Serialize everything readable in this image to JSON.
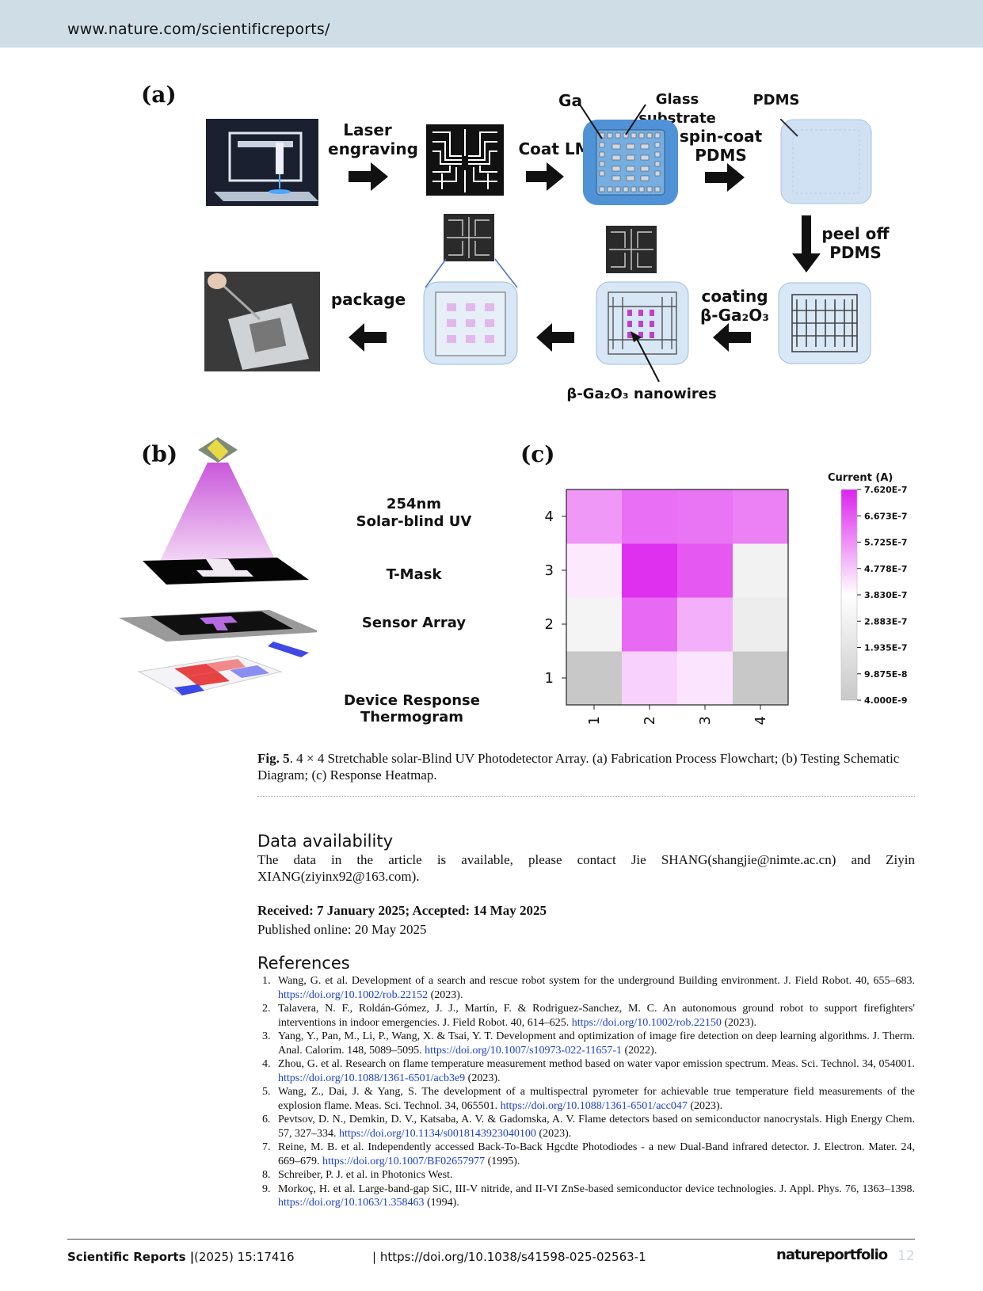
{
  "header": {
    "url": "www.nature.com/scientificreports/"
  },
  "figure": {
    "panel_a": "(a)",
    "panel_b": "(b)",
    "panel_c": "(c)",
    "flow": {
      "laser_engraving_1": "Laser",
      "laser_engraving_2": "engraving",
      "coat_lm": "Coat LM",
      "ga": "Ga",
      "glass_substrate": "Glass substrate",
      "pdms": "PDMS",
      "spin_coat_1": "spin-coat",
      "spin_coat_2": "PDMS",
      "peel_off_1": "peel off",
      "peel_off_2": "PDMS",
      "coating": "coating",
      "coating_ga2o3": "β-Ga₂O₃",
      "package": "package",
      "nanowires": "β-Ga₂O₃ nanowires"
    },
    "testing": {
      "uv_1": "254nm",
      "uv_2": "Solar-blind UV",
      "mask": "T-Mask",
      "sensor": "Sensor Array",
      "response_1": "Device Response",
      "response_2": "Thermogram"
    }
  },
  "chart_data": {
    "type": "heatmap",
    "colorbar_label": "Current (A)",
    "x_ticks": [
      "1",
      "2",
      "3",
      "4"
    ],
    "y_ticks": [
      "1",
      "2",
      "3",
      "4"
    ],
    "colorbar_ticks": [
      "7.620E-7",
      "6.673E-7",
      "5.725E-7",
      "4.778E-7",
      "3.830E-7",
      "2.883E-7",
      "1.935E-7",
      "9.875E-8",
      "4.000E-9"
    ],
    "vmin": 4e-09,
    "vmax": 7.62e-07,
    "colors": {
      "low": "#c8c8c8",
      "mid": "#ffffff",
      "high": "#dd22ee"
    },
    "rows_bottom_to_top": [
      [
        4e-09,
        4.6e-07,
        4.3e-07,
        4e-09
      ],
      [
        3.1e-07,
        6.4e-07,
        5.2e-07,
        2.6e-07
      ],
      [
        4.2e-07,
        7.4e-07,
        6.7e-07,
        2.9e-07
      ],
      [
        5.6e-07,
        6.3e-07,
        6.2e-07,
        6e-07
      ]
    ]
  },
  "caption": {
    "label": "Fig. 5",
    "text": ". 4 × 4 Stretchable solar-Blind UV Photodetector Array. (a) Fabrication Process Flowchart; (b) Testing Schematic Diagram; (c) Response Heatmap."
  },
  "data_availability": {
    "heading": "Data availability",
    "text": "The data in the article is available, please contact Jie SHANG(shangjie@nimte.ac.cn) and Ziyin XIANG(ziyinx92@163.com)."
  },
  "dates": {
    "received_accepted": "Received: 7 January 2025; Accepted: 14 May 2025",
    "published": "Published online: 20 May 2025"
  },
  "references": {
    "heading": "References",
    "items": [
      {
        "num": "1.",
        "text": "Wang, G. et al. Development of a search and rescue robot system for the underground Building environment. J. Field Robot. 40, 655–683. ",
        "doi": "https://doi.org/10.1002/rob.22152",
        "tail": " (2023)."
      },
      {
        "num": "2.",
        "text": "Talavera, N. F., Roldán-Gómez, J. J., Martín, F. & Rodriguez-Sanchez, M. C. An autonomous ground robot to support firefighters' interventions in indoor emergencies. J. Field Robot. 40, 614–625. ",
        "doi": "https://doi.org/10.1002/rob.22150",
        "tail": " (2023)."
      },
      {
        "num": "3.",
        "text": "Yang, Y., Pan, M., Li, P., Wang, X. & Tsai, Y. T. Development and optimization of image fire detection on deep learning algorithms. J. Therm. Anal. Calorim. 148, 5089–5095. ",
        "doi": "https://doi.org/10.1007/s10973-022-11657-1",
        "tail": " (2022)."
      },
      {
        "num": "4.",
        "text": "Zhou, G. et al. Research on flame temperature measurement method based on water vapor emission spectrum. Meas. Sci. Technol. 34, 054001. ",
        "doi": "https://doi.org/10.1088/1361-6501/acb3e9",
        "tail": " (2023)."
      },
      {
        "num": "5.",
        "text": "Wang, Z., Dai, J. & Yang, S. The development of a multispectral pyrometer for achievable true temperature field measurements of the explosion flame. Meas. Sci. Technol. 34, 065501. ",
        "doi": "https://doi.org/10.1088/1361-6501/acc047",
        "tail": " (2023)."
      },
      {
        "num": "6.",
        "text": "Pevtsov, D. N., Demkin, D. V., Katsaba, A. V. & Gadomska, A. V. Flame detectors based on semiconductor nanocrystals. High Energy Chem. 57, 327–334. ",
        "doi": "https://doi.org/10.1134/s0018143923040100",
        "tail": " (2023)."
      },
      {
        "num": "7.",
        "text": "Reine, M. B. et al. Independently accessed Back-To-Back Hgcdte Photodiodes - a new Dual-Band infrared detector. J. Electron. Mater. 24, 669–679. ",
        "doi": "https://doi.org/10.1007/BF02657977",
        "tail": " (1995)."
      },
      {
        "num": "8.",
        "text": "Schreiber, P. J. et al. in Photonics West.",
        "doi": "",
        "tail": ""
      },
      {
        "num": "9.",
        "text": "Morkoç, H. et al. Large-band-gap SiC, III-V nitride, and II-VI ZnSe-based semiconductor device technologies. J. Appl. Phys. 76, 1363–1398. ",
        "doi": "https://doi.org/10.1063/1.358463",
        "tail": " (1994)."
      }
    ]
  },
  "footer": {
    "journal": "Scientific Reports |",
    "volume": "(2025) 15:17416",
    "doi": "| https://doi.org/10.1038/s41598-025-02563-1",
    "publisher": "natureportfolio",
    "page": "12"
  }
}
